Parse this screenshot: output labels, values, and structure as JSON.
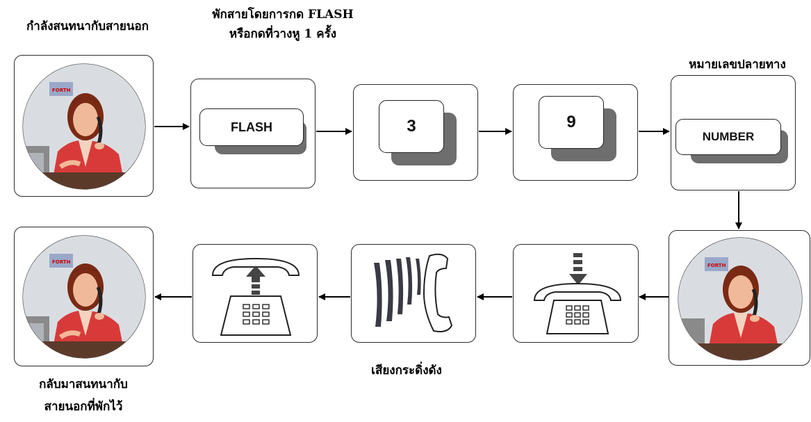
{
  "captions": {
    "talking_outside": "กำลังสนทนากับสายนอก",
    "flash_line1": "พักสายโดยการกด FLASH",
    "flash_line2": "หรือกดที่วางหู 1 ครั้ง",
    "dial_destination": "หมายเลขปลายทาง",
    "ringing": "เสียงกระดิ่งดัง",
    "return_line1": "กลับมาสนทนากับ",
    "return_line2": "สายนอกที่พักไว้"
  },
  "keys": {
    "flash": "FLASH",
    "three": "3",
    "nine": "9",
    "number": "NUMBER"
  },
  "logo_text": "FORTH",
  "colors": {
    "jacket": "#d83a3a",
    "skin": "#f0b99a",
    "hair": "#7a2a14",
    "portrait_bg": "#dfe3e6",
    "key_shadow": "#6e6e6e"
  }
}
